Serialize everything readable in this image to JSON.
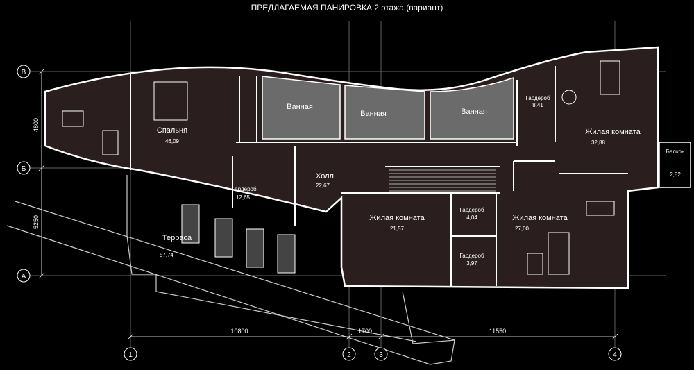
{
  "title": "ПРЕДЛАГАЕМАЯ ПАНИРОВКА 2 этажа (вариант)",
  "rooms": [
    {
      "name": "Спальня",
      "area": "46,09"
    },
    {
      "name": "Ванная",
      "area": ""
    },
    {
      "name": "Ванная",
      "area": ""
    },
    {
      "name": "Ванная",
      "area": ""
    },
    {
      "name": "Гардероб",
      "area": "8,41"
    },
    {
      "name": "Жилая комната",
      "area": "32,88"
    },
    {
      "name": "Балкон",
      "area": "2,82"
    },
    {
      "name": "Холл",
      "area": "22,67"
    },
    {
      "name": "Гардероб",
      "area": "12,65"
    },
    {
      "name": "Жилая комната",
      "area": "21,57"
    },
    {
      "name": "Гардероб",
      "area": "4,04"
    },
    {
      "name": "Гардероб",
      "area": "3,97"
    },
    {
      "name": "Жилая комната",
      "area": "27,00"
    },
    {
      "name": "Терраса",
      "area": "57,74"
    }
  ],
  "axes": {
    "rows": [
      "В",
      "Б",
      "А"
    ],
    "cols": [
      "1",
      "2",
      "3",
      "4"
    ]
  },
  "dimensions": {
    "vertical_top": "4800",
    "vertical_bottom": "5250",
    "horizontal_1": "10800",
    "horizontal_2": "1700",
    "horizontal_3": "11550"
  }
}
